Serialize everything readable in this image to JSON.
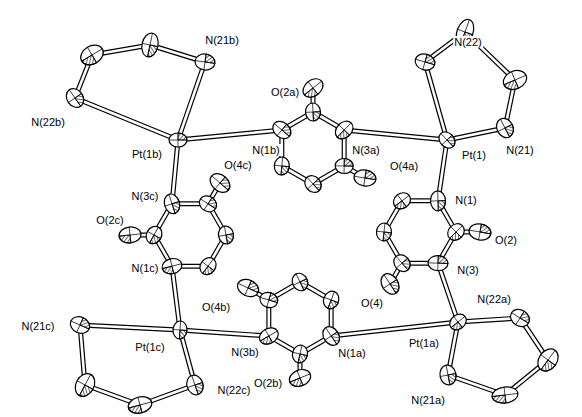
{
  "diagram": {
    "labels": [
      "N(22)",
      "N(21b)",
      "N(22b)",
      "Pt(1b)",
      "O(4c)",
      "N(1b)",
      "O(2a)",
      "N(3a)",
      "Pt(1)",
      "N(21)",
      "N(3c)",
      "O(4a)",
      "N(1)",
      "O(2c)",
      "O(2)",
      "N(1c)",
      "N(3)",
      "O(4b)",
      "N(21c)",
      "Pt(1c)",
      "N(3b)",
      "N(1a)",
      "O(4)",
      "Pt(1a)",
      "N(22a)",
      "N(22c)",
      "O(2b)",
      "N(21a)"
    ]
  }
}
